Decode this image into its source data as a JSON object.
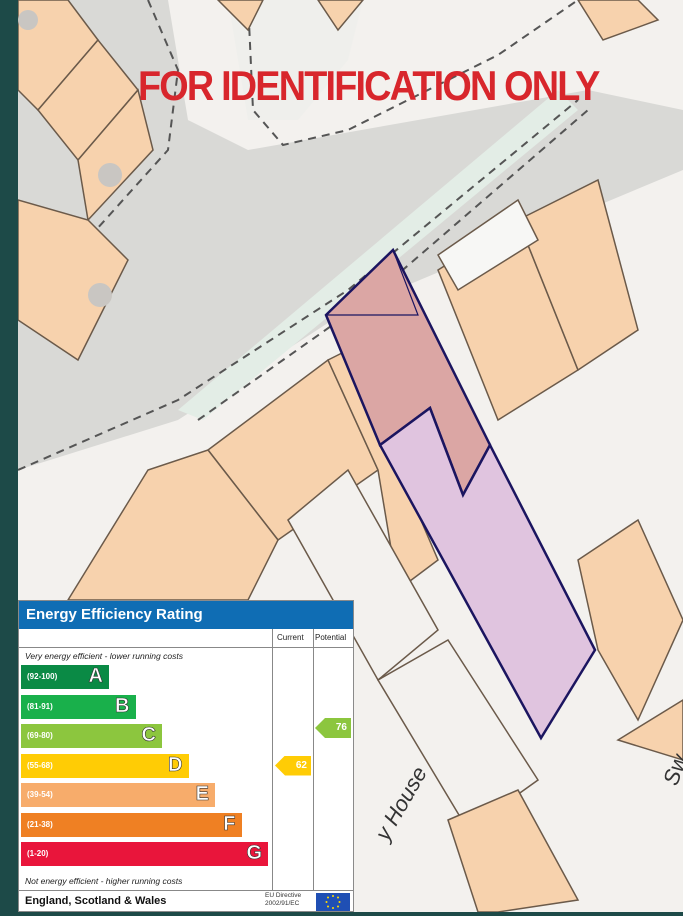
{
  "stamp": "FOR IDENTIFICATION ONLY",
  "street_labels": {
    "house": "y House",
    "sw": "Sw"
  },
  "colors": {
    "building": "#f7d2ad",
    "road": "#d9d9d6",
    "green_verge": "#e3ede6",
    "site_red": "#dba6a4",
    "site_purple": "#e0c4df",
    "site_outline": "#1b1560",
    "stamp": "#d8262c"
  },
  "epc": {
    "title": "Energy Efficiency Rating",
    "col_current": "Current",
    "col_potential": "Potential",
    "top_note": "Very energy efficient - lower running costs",
    "bottom_note": "Not energy efficient - higher running costs",
    "bands": [
      {
        "range": "(92-100)",
        "letter": "A",
        "color": "#0a8a45"
      },
      {
        "range": "(81-91)",
        "letter": "B",
        "color": "#19b04b"
      },
      {
        "range": "(69-80)",
        "letter": "C",
        "color": "#8cc63e"
      },
      {
        "range": "(55-68)",
        "letter": "D",
        "color": "#ffcc05"
      },
      {
        "range": "(39-54)",
        "letter": "E",
        "color": "#f7ac6b"
      },
      {
        "range": "(21-38)",
        "letter": "F",
        "color": "#ef8023"
      },
      {
        "range": "(1-20)",
        "letter": "G",
        "color": "#e9153b"
      }
    ],
    "current": {
      "value": "62",
      "color": "#ffcc05"
    },
    "potential": {
      "value": "76",
      "color": "#8cc63e"
    },
    "region": "England, Scotland & Wales",
    "directive_line1": "EU Directive",
    "directive_line2": "2002/91/EC"
  }
}
